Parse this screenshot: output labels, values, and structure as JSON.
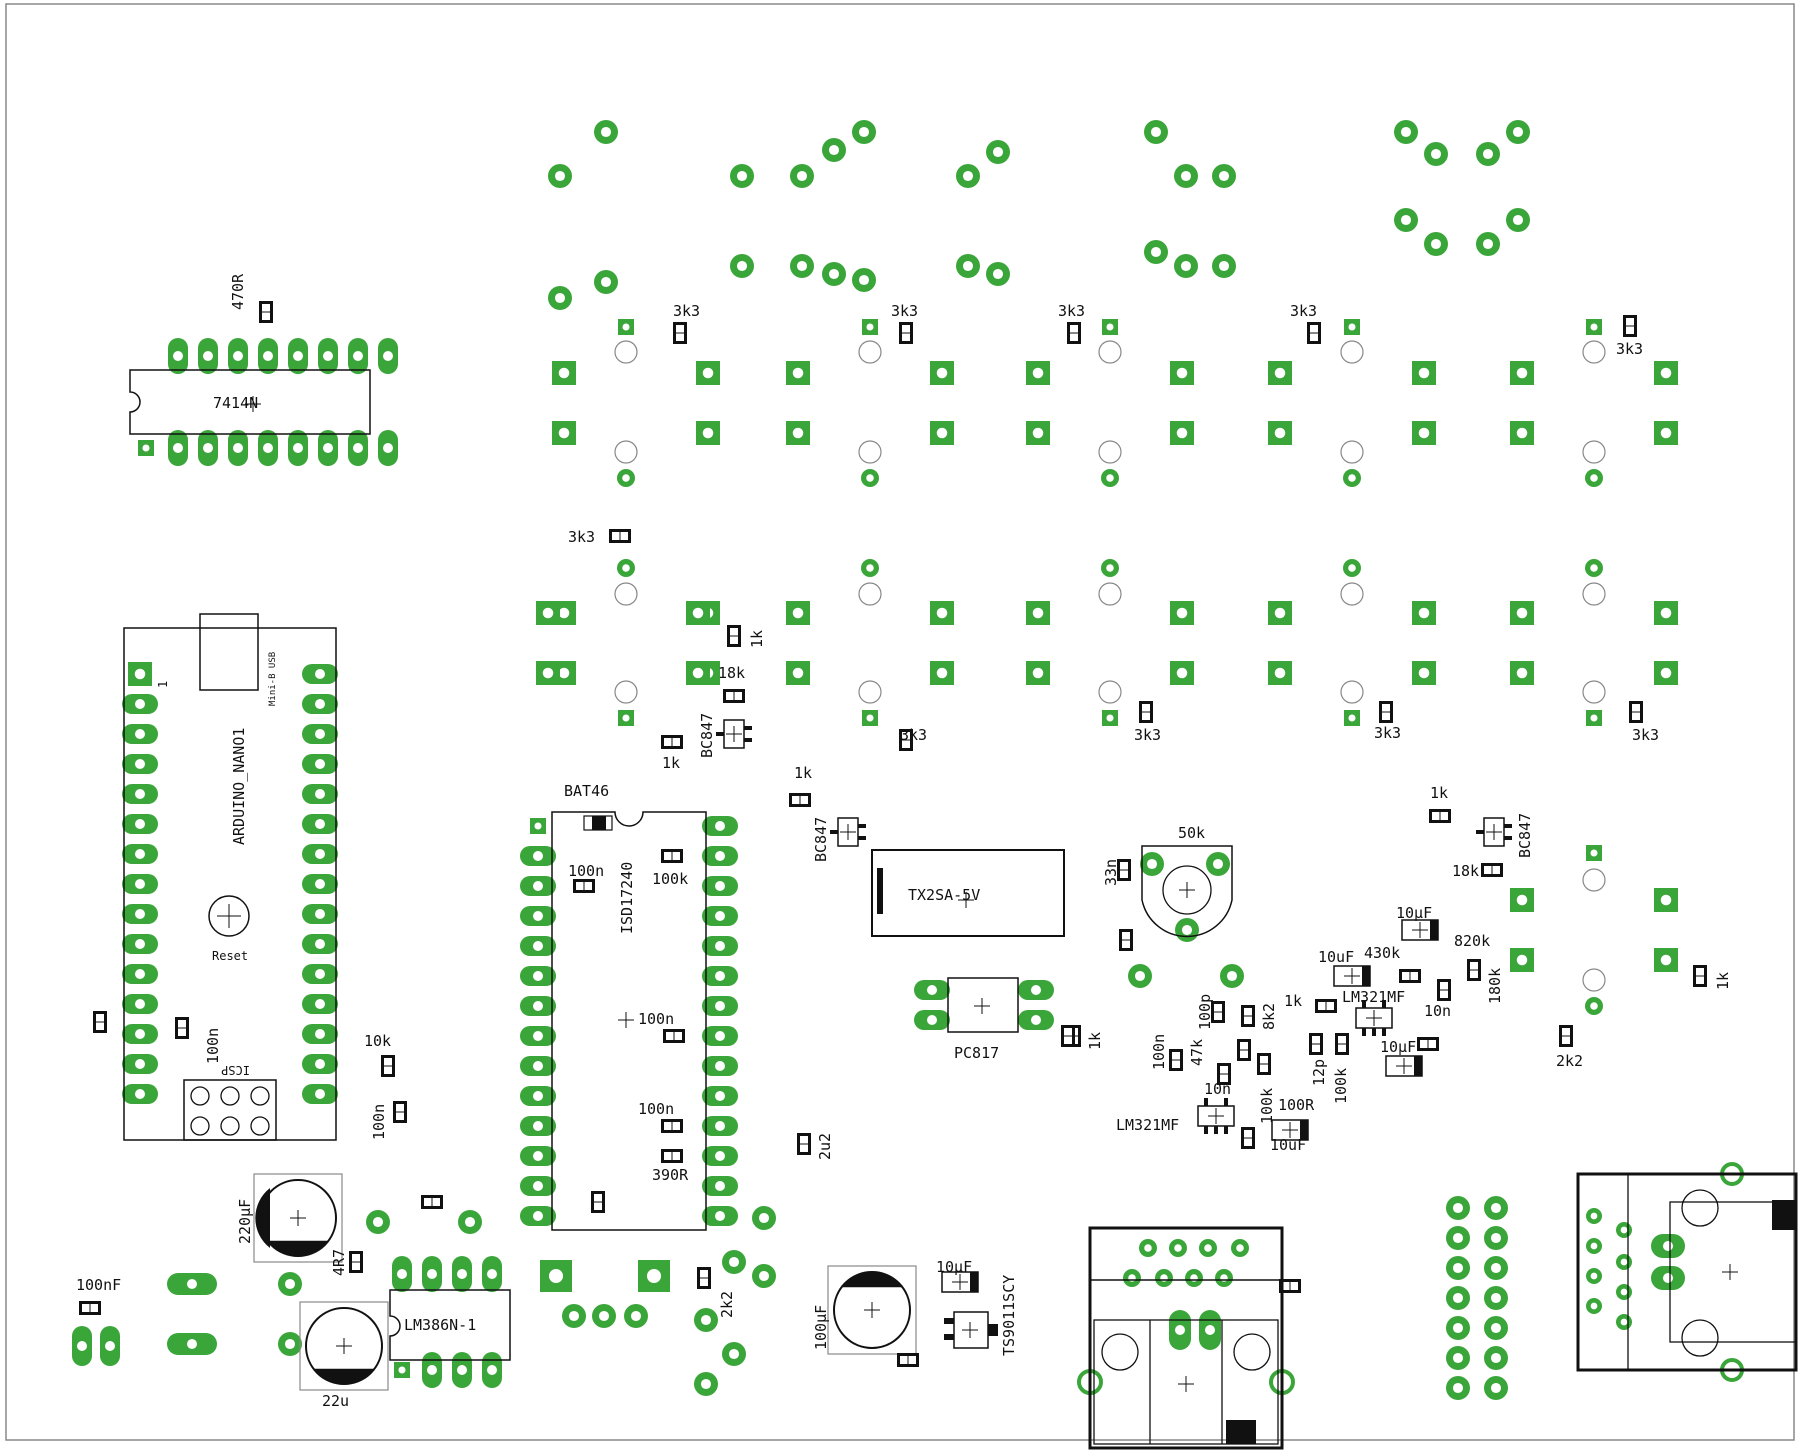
{
  "colors": {
    "pad": "#3aa63a",
    "hole": "#ffffff",
    "outline": "#111111",
    "smd": "#111111",
    "background": "#ffffff"
  },
  "components": {
    "ic_7414": "7414N",
    "r_470": "470R",
    "arduino": "ARDUINO_NANO1",
    "usb": "Mini-B USB",
    "pin1": "1",
    "reset": "Reset",
    "icsp": "ICSP",
    "isd": "ISD17240",
    "bat46": "BAT46",
    "relay": "TX2SA-5V",
    "pot": "50k",
    "pc817": "PC817",
    "lm386": "LM386N-1",
    "reg": "TS9011SCY",
    "opamp_a": "LM321MF",
    "opamp_b": "LM321MF",
    "bc847_a": "BC847",
    "bc847_b": "BC847",
    "bc847_c": "BC847"
  },
  "values": {
    "v3k3": "3k3",
    "v1k": "1k",
    "v10k": "10k",
    "v18k": "18k",
    "v100n": "100n",
    "v100k": "100k",
    "v390R": "390R",
    "v2u2": "2u2",
    "v2k2": "2k2",
    "v33n": "33n",
    "v10uF": "10uF",
    "v10uF_greek": "10µF",
    "v430k": "430k",
    "v820k": "820k",
    "v180k": "180k",
    "v10n": "10n",
    "v8k2": "8k2",
    "v100p": "100p",
    "v47k": "47k",
    "v12p": "12p",
    "v100R": "100R",
    "v220uF": "220µF",
    "v4R7": "4R7",
    "v22u": "22u",
    "v100nF": "100nF",
    "v100uF": "100µF"
  }
}
